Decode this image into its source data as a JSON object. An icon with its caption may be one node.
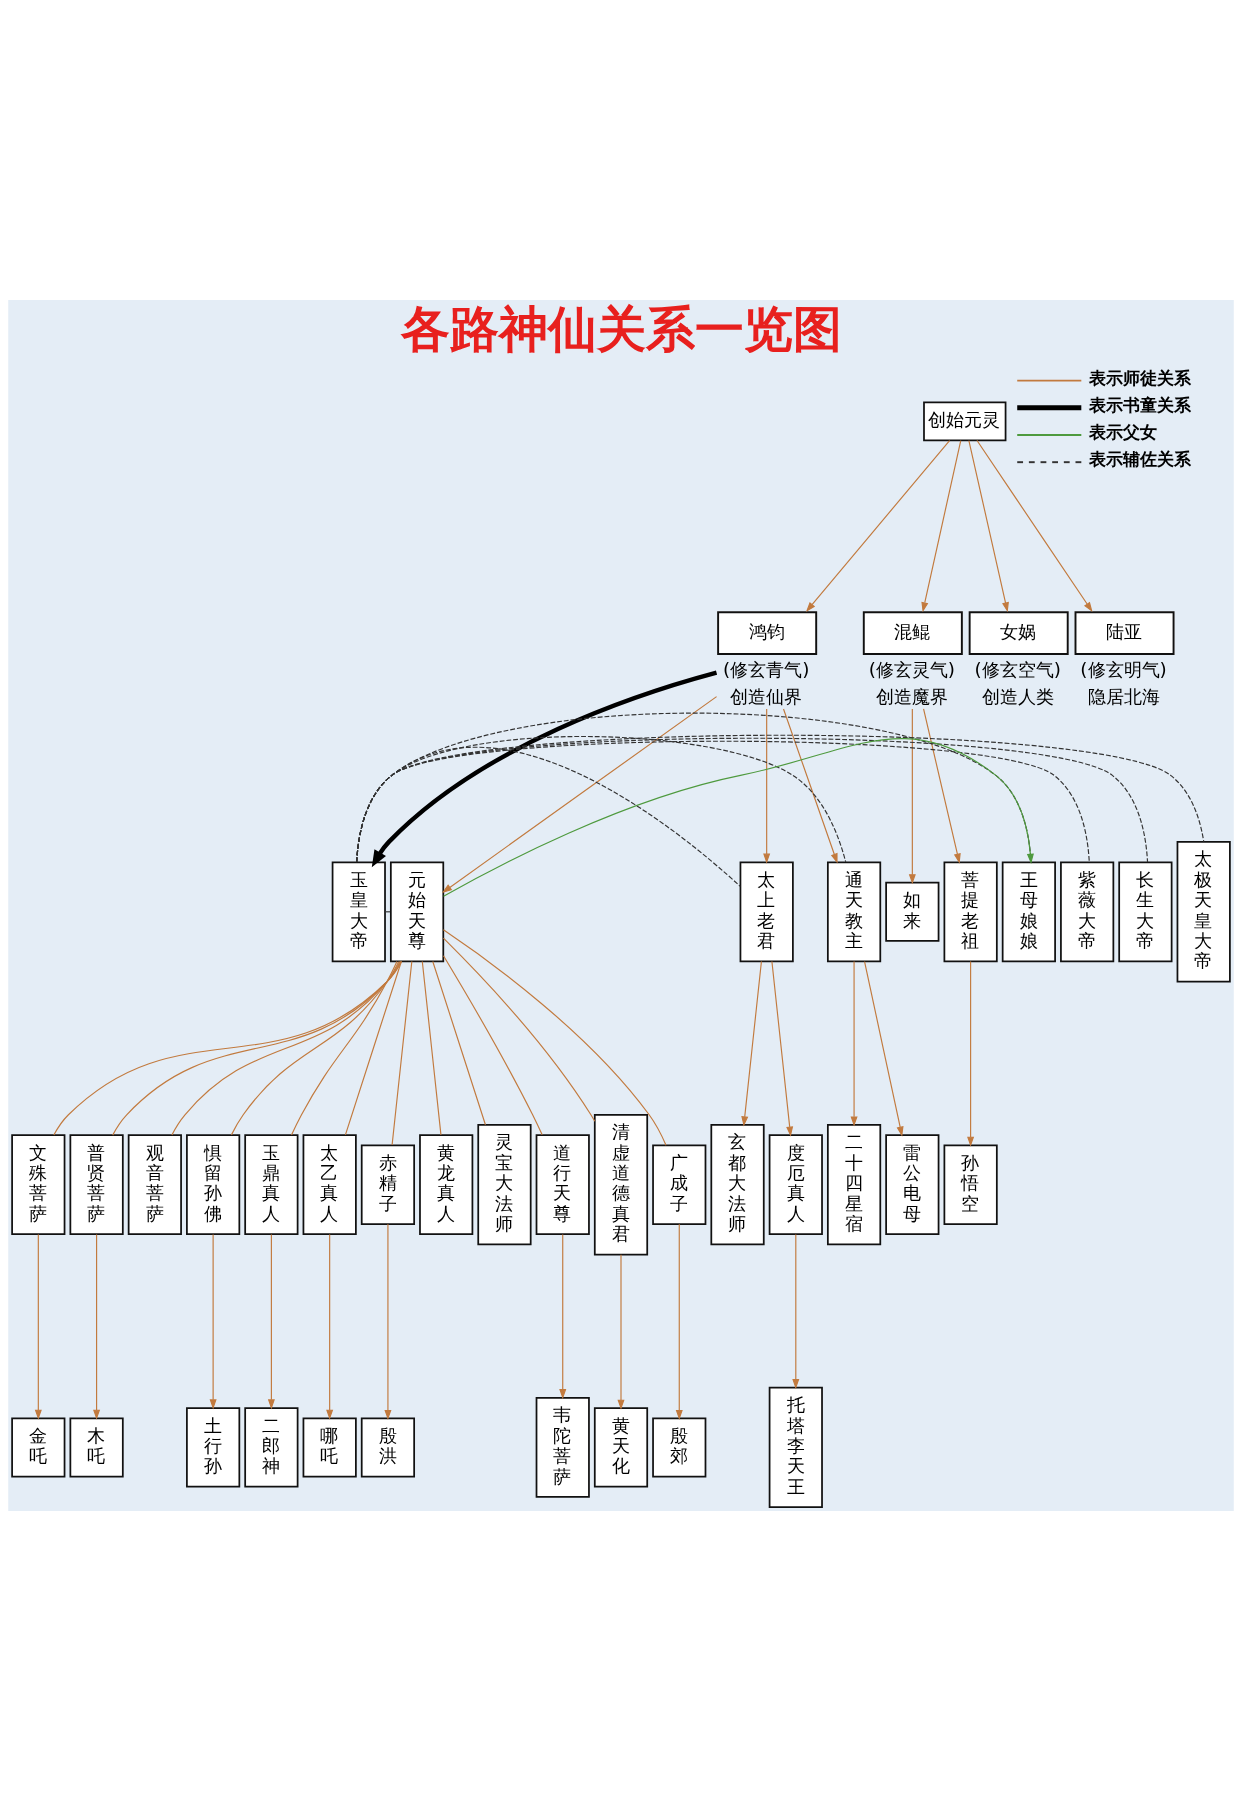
{
  "diagram": {
    "title": "各路神仙关系一览图",
    "nodes": [
      {
        "text": [
          "创始元灵"
        ]
      },
      {
        "text": [
          "鸿钧"
        ],
        "beside": [
          "(修玄青气)",
          "创造仙界"
        ]
      },
      {
        "text": [
          "混鲲"
        ],
        "beside": [
          "(修玄灵气)",
          "创造魔界"
        ]
      },
      {
        "text": [
          "女娲"
        ],
        "beside": [
          "(修玄空气)",
          "创造人类"
        ]
      },
      {
        "text": [
          "陆亚"
        ],
        "beside": [
          "(修玄明气)",
          "隐居北海"
        ]
      },
      {
        "text": [
          "玉皇大帝"
        ]
      },
      {
        "text": [
          "王母娘娘"
        ]
      },
      {
        "text": [
          "元始天尊"
        ]
      },
      {
        "text": [
          "太上老君"
        ]
      },
      {
        "text": [
          "通天教主"
        ]
      },
      {
        "text": [
          "如来"
        ]
      },
      {
        "text": [
          "菩提老祖"
        ]
      },
      {
        "text": [
          "紫薇大帝"
        ]
      },
      {
        "text": [
          "长生大帝"
        ]
      },
      {
        "text": [
          "太极天皇大帝"
        ]
      },
      {
        "text": [
          "文殊菩萨"
        ]
      },
      {
        "text": [
          "普贤菩萨"
        ]
      },
      {
        "text": [
          "观音菩萨"
        ]
      },
      {
        "text": [
          "惧留孙佛"
        ]
      },
      {
        "text": [
          "玉鼎真人"
        ]
      },
      {
        "text": [
          "太乙真人"
        ]
      },
      {
        "text": [
          "赤精子"
        ]
      },
      {
        "text": [
          "黄龙真人"
        ]
      },
      {
        "text": [
          "灵宝大法师"
        ]
      },
      {
        "text": [
          "道行天尊"
        ]
      },
      {
        "text": [
          "清虚道德真君"
        ]
      },
      {
        "text": [
          "广成子"
        ]
      },
      {
        "text": [
          "玄都大法师"
        ]
      },
      {
        "text": [
          "度厄真人"
        ]
      },
      {
        "text": [
          "二十四星宿"
        ]
      },
      {
        "text": [
          "雷公电母"
        ]
      },
      {
        "text": [
          "孙悟空"
        ]
      },
      {
        "text": [
          "金吒"
        ]
      },
      {
        "text": [
          "木吒"
        ]
      },
      {
        "text": [
          "土行孙"
        ]
      },
      {
        "text": [
          "二郎神"
        ]
      },
      {
        "text": [
          "哪吒"
        ]
      },
      {
        "text": [
          "殷洪"
        ]
      },
      {
        "text": [
          "韦陀菩萨"
        ]
      },
      {
        "text": [
          "黄天化"
        ]
      },
      {
        "text": [
          "殷郊"
        ]
      },
      {
        "text": [
          "托塔李天王"
        ]
      }
    ],
    "edges": [
      {
        "from": 0,
        "to": 1,
        "arrow": "to"
      },
      {
        "from": 0,
        "to": 2,
        "arrow": "to"
      },
      {
        "from": 0,
        "to": 3,
        "arrow": "to"
      },
      {
        "from": 0,
        "to": 4,
        "arrow": "to"
      },
      {
        "from": 1,
        "to": 5,
        "arrow": "to",
        "style": "thick",
        "color": "#000000"
      },
      {
        "from": 1,
        "to": 7,
        "arrow": "to"
      },
      {
        "from": 1,
        "to": 8,
        "arrow": "to"
      },
      {
        "from": 1,
        "to": 9,
        "arrow": "to"
      },
      {
        "from": 2,
        "to": 10,
        "arrow": "to"
      },
      {
        "from": 2,
        "to": 11,
        "arrow": "to"
      },
      {
        "from": 7,
        "to": 6,
        "arrow": "to",
        "color": "#4e9a3e"
      },
      {
        "from": 5,
        "to": 6,
        "arrow": "none",
        "style": "dashed",
        "color": "#333333"
      },
      {
        "from": 5,
        "to": 7,
        "arrow": "none",
        "style": "dashed",
        "color": "#333333"
      },
      {
        "from": 5,
        "to": 8,
        "arrow": "none",
        "style": "dashed",
        "color": "#333333"
      },
      {
        "from": 5,
        "to": 9,
        "arrow": "none",
        "style": "dashed",
        "color": "#333333"
      },
      {
        "from": 5,
        "to": 12,
        "arrow": "none",
        "style": "dashed",
        "color": "#333333"
      },
      {
        "from": 5,
        "to": 13,
        "arrow": "none",
        "style": "dashed",
        "color": "#333333"
      },
      {
        "from": 5,
        "to": 14,
        "arrow": "none",
        "style": "dashed",
        "color": "#333333"
      },
      {
        "from": 7,
        "to": 15,
        "arrow": "none"
      },
      {
        "from": 7,
        "to": 16,
        "arrow": "none"
      },
      {
        "from": 7,
        "to": 17,
        "arrow": "none"
      },
      {
        "from": 7,
        "to": 18,
        "arrow": "none"
      },
      {
        "from": 7,
        "to": 19,
        "arrow": "none"
      },
      {
        "from": 7,
        "to": 20,
        "arrow": "none"
      },
      {
        "from": 7,
        "to": 21,
        "arrow": "none"
      },
      {
        "from": 7,
        "to": 22,
        "arrow": "none"
      },
      {
        "from": 7,
        "to": 23,
        "arrow": "none"
      },
      {
        "from": 7,
        "to": 24,
        "arrow": "none"
      },
      {
        "from": 7,
        "to": 25,
        "arrow": "none"
      },
      {
        "from": 7,
        "to": 26,
        "arrow": "none"
      },
      {
        "from": 8,
        "to": 27,
        "arrow": "to"
      },
      {
        "from": 8,
        "to": 28,
        "arrow": "to"
      },
      {
        "from": 9,
        "to": 29,
        "arrow": "to"
      },
      {
        "from": 9,
        "to": 30,
        "arrow": "to"
      },
      {
        "from": 11,
        "to": 31,
        "arrow": "to"
      },
      {
        "from": 15,
        "to": 32,
        "arrow": "to"
      },
      {
        "from": 16,
        "to": 33,
        "arrow": "to"
      },
      {
        "from": 18,
        "to": 34,
        "arrow": "to"
      },
      {
        "from": 19,
        "to": 35,
        "arrow": "to"
      },
      {
        "from": 20,
        "to": 36,
        "arrow": "to"
      },
      {
        "from": 21,
        "to": 37,
        "arrow": "to"
      },
      {
        "from": 24,
        "to": 38,
        "arrow": "to"
      },
      {
        "from": 25,
        "to": 39,
        "arrow": "to"
      },
      {
        "from": 26,
        "to": 40,
        "arrow": "to"
      },
      {
        "from": 28,
        "to": 41,
        "arrow": "to"
      }
    ],
    "legend": [
      {
        "text": "表示师徒关系"
      },
      {
        "text": "表示书童关系"
      },
      {
        "text": "表示父女"
      },
      {
        "text": "表示辅佐关系"
      }
    ]
  }
}
